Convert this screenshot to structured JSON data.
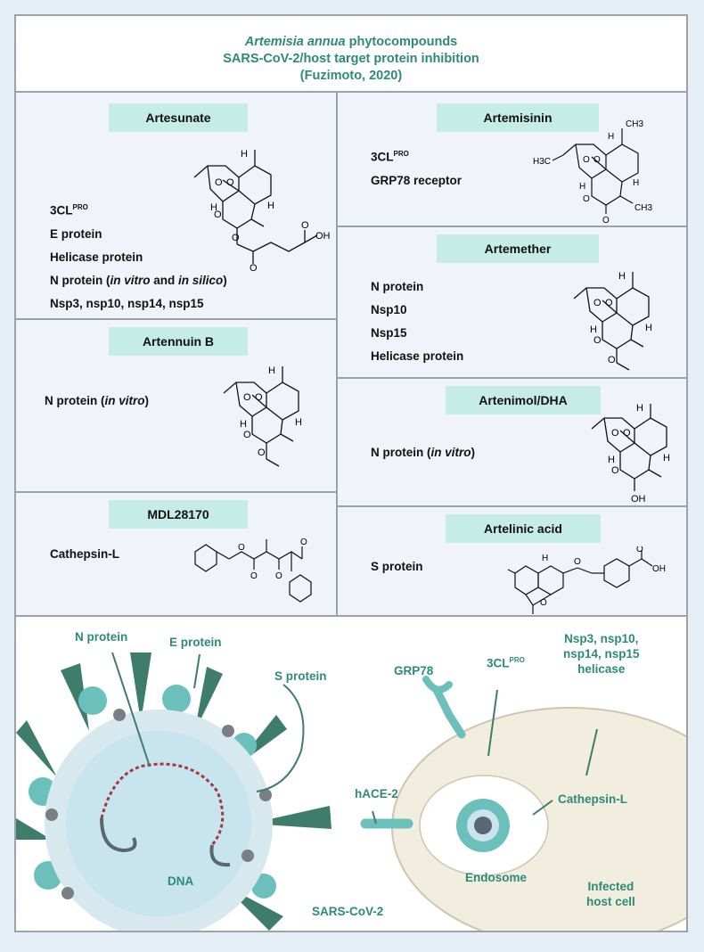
{
  "header": {
    "title_italic": "Artemisia annua",
    "title_rest": "phytocompounds",
    "line2": "SARS-CoV-2/host target protein inhibition",
    "line3": "(Fuzimoto, 2020)"
  },
  "panels": {
    "artesunate": {
      "name": "Artesunate",
      "targets": [
        "3CL",
        "E protein",
        "Helicase protein",
        "Nsp3, nsp10, nsp14, nsp15"
      ],
      "target_1_sup": "PRO",
      "n_protein": {
        "pre": "N protein (",
        "it1": "in vitro",
        "mid": " and ",
        "it2": "in silico",
        "post": ")"
      }
    },
    "artemisinin": {
      "name": "Artemisinin",
      "targets": [
        "3CL",
        "GRP78 receptor"
      ],
      "target_1_sup": "PRO"
    },
    "artemether": {
      "name": "Artemether",
      "targets": [
        "N protein",
        "Nsp10",
        "Nsp15",
        "Helicase protein"
      ]
    },
    "artennuin_b": {
      "name": "Artennuin B",
      "target": {
        "pre": "N protein (",
        "it": "in vitro",
        "post": ")"
      }
    },
    "artenimol": {
      "name": "Artenimol/DHA",
      "target": {
        "pre": "N protein (",
        "it": "in vitro",
        "post": ")"
      }
    },
    "mdl28170": {
      "name": "MDL28170",
      "targets": [
        "Cathepsin-L"
      ]
    },
    "artelinic_acid": {
      "name": "Artelinic acid",
      "targets": [
        "S protein"
      ]
    }
  },
  "molecule_labels": {
    "h": "H",
    "o": "O",
    "oh": "OH",
    "h3c": "H3C",
    "ch3": "CH3"
  },
  "illustration": {
    "n_protein": "N protein",
    "e_protein": "E protein",
    "s_protein": "S protein",
    "grp78": "GRP78",
    "clpro": "3CL",
    "clpro_sup": "PRO",
    "nsp_line1": "Nsp3, nsp10,",
    "nsp_line2": "nsp14, nsp15",
    "nsp_line3": "helicase",
    "hace2": "hACE-2",
    "cathepsin": "Cathepsin-L",
    "endosome": "Endosome",
    "dna": "DNA",
    "sars": "SARS-CoV-2",
    "infected_1": "Infected",
    "infected_2": "host cell"
  },
  "colors": {
    "teal_text": "#2e8a78",
    "pill": "#c5ece6",
    "panel_bg": "#f0f3f9",
    "virus_dark": "#3d7d6a",
    "virus_light": "#6cc0bb",
    "capsid": "#c7e4ef",
    "cell": "#f1eddf",
    "rna": "#a43a3a"
  }
}
